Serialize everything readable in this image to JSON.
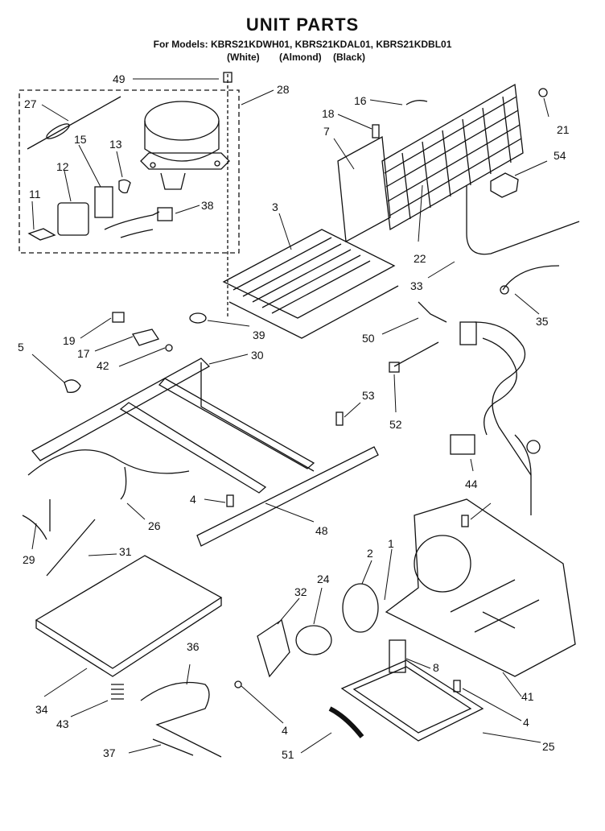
{
  "title": "UNIT PARTS",
  "models_line": "For Models: KBRS21KDWH01, KBRS21KDAL01, KBRS21KDBL01",
  "color_labels": [
    "(White)",
    "(Almond)",
    "(Black)"
  ],
  "callouts": [
    "49",
    "28",
    "27",
    "15",
    "13",
    "12",
    "11",
    "38",
    "16",
    "18",
    "7",
    "21",
    "54",
    "22",
    "3",
    "33",
    "35",
    "19",
    "17",
    "42",
    "39",
    "5",
    "30",
    "50",
    "53",
    "52",
    "44",
    "4",
    "26",
    "48",
    "29",
    "31",
    "2",
    "1",
    "32",
    "24",
    "36",
    "8",
    "34",
    "43",
    "41",
    "4",
    "25",
    "37",
    "51",
    "4"
  ]
}
